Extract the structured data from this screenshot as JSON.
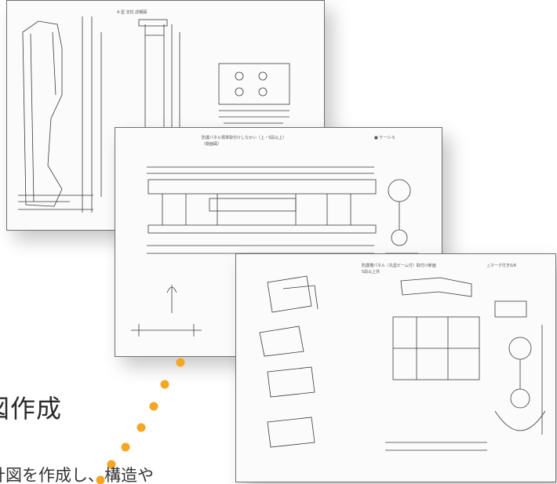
{
  "sheets": [
    {
      "title": "A 型 支柱 詳細図"
    },
    {
      "title": "防護パネル標準取付けしなかい（上・5段以上）",
      "subtitle": "（側面図）",
      "note": "■ ケージ-S"
    },
    {
      "title": "防護柵パネル（丸型ビーム付）取付け断面",
      "subtitle": "5段以上共",
      "note": "△マーク付きS/8"
    }
  ],
  "heading": "図作成",
  "body_text": "計図を作成し、構造や",
  "colors": {
    "accent_dots": "#f5a623",
    "line": "#3a3a3a"
  }
}
